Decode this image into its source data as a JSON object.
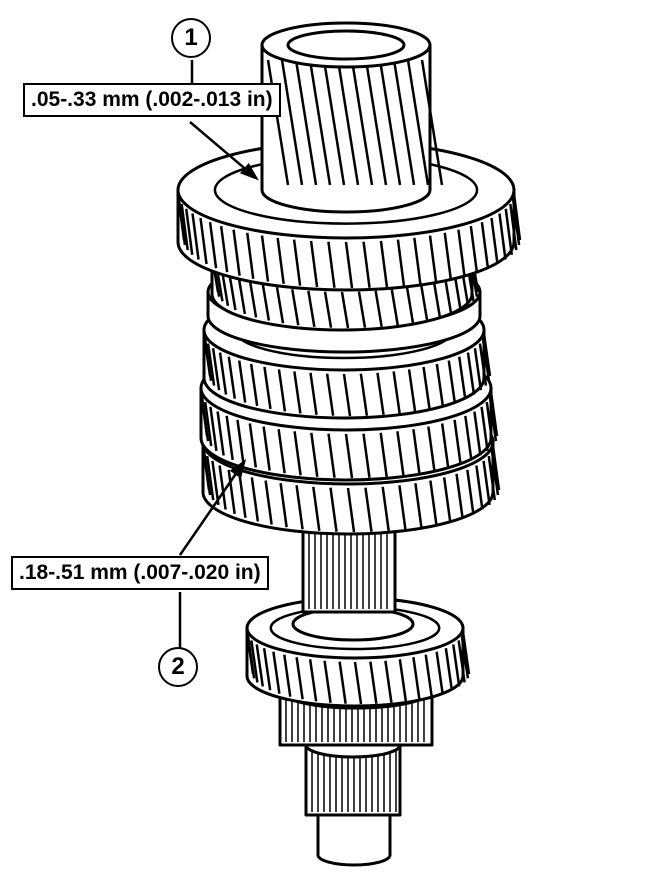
{
  "callouts": [
    {
      "number": "1",
      "text": ".05-.33 mm (.002-.013 in)"
    },
    {
      "number": "2",
      "text": ".18-.51 mm (.007-.020 in)"
    }
  ],
  "colors": {
    "line": "#000000",
    "fill": "#ffffff"
  }
}
